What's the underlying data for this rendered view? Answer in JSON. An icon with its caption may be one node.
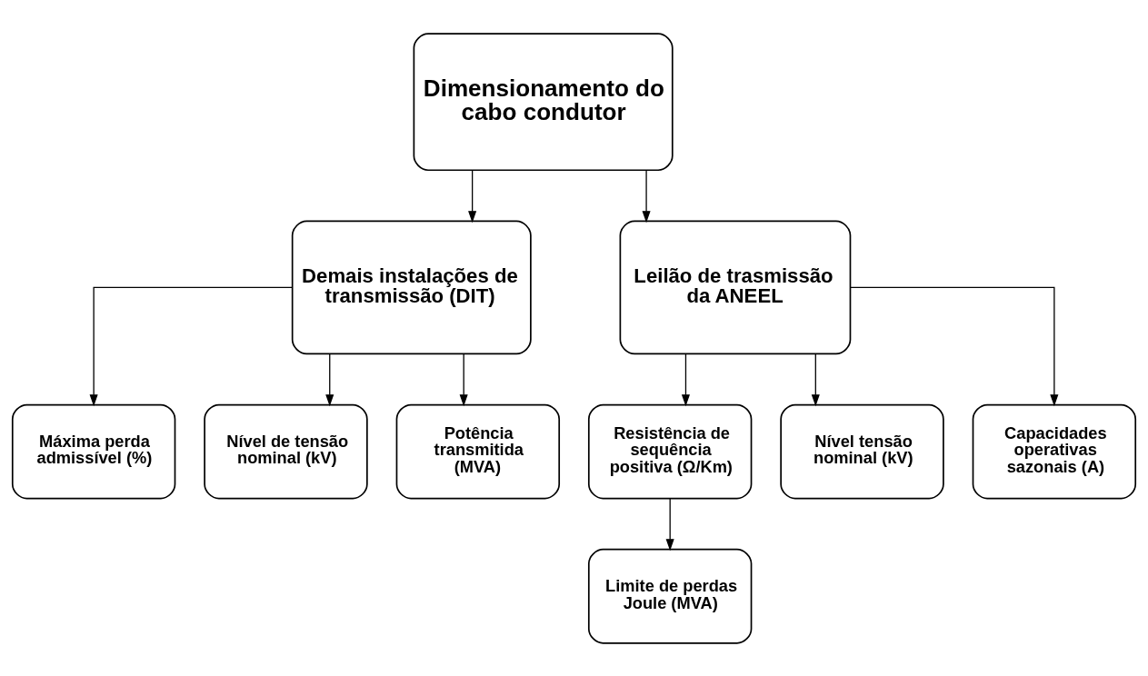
{
  "diagram": {
    "nodes": [
      {
        "text": [
          "Dimensionamento do cabo condutor"
        ]
      },
      {
        "text": [
          "Demais instalações de transmissão (DIT)"
        ]
      },
      {
        "text": [
          "Leilão de trasmissão da ANEEL"
        ]
      },
      {
        "text": [
          "Máxima perda admissível (%)"
        ]
      },
      {
        "text": [
          "Nível de tensão nominal (kV)"
        ]
      },
      {
        "text": [
          "Potência transmitida (MVA)"
        ]
      },
      {
        "text": [
          "Resistência de sequência positiva (Ω/Km)"
        ]
      },
      {
        "text": [
          "Nível tensão nominal (kV)"
        ]
      },
      {
        "text": [
          "Capacidades operativas sazonais (A)"
        ]
      },
      {
        "text": [
          "Limite de perdas Joule (MVA)"
        ]
      }
    ],
    "edges": [
      {
        "from": 0,
        "to": 1,
        "arrow": "to"
      },
      {
        "from": 0,
        "to": 2,
        "arrow": "to"
      },
      {
        "from": 1,
        "to": 3,
        "arrow": "to"
      },
      {
        "from": 1,
        "to": 4,
        "arrow": "to"
      },
      {
        "from": 1,
        "to": 5,
        "arrow": "to"
      },
      {
        "from": 2,
        "to": 6,
        "arrow": "to"
      },
      {
        "from": 2,
        "to": 7,
        "arrow": "to"
      },
      {
        "from": 2,
        "to": 8,
        "arrow": "to"
      },
      {
        "from": 6,
        "to": 9,
        "arrow": "to"
      }
    ]
  }
}
